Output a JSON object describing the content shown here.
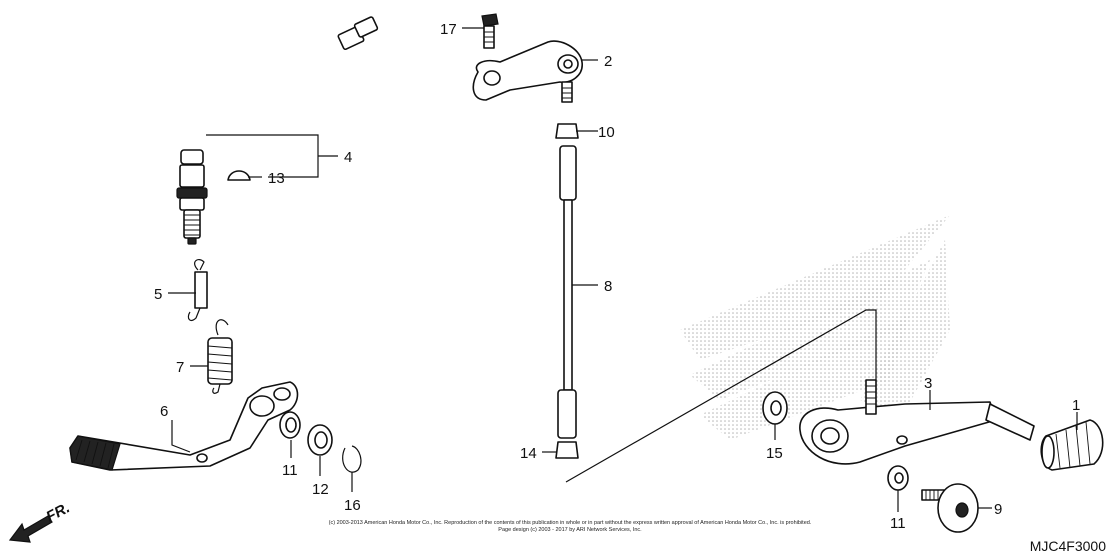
{
  "labels": {
    "l1": "1",
    "l2": "2",
    "l3": "3",
    "l4": "4",
    "l5": "5",
    "l6": "6",
    "l7": "7",
    "l8": "8",
    "l9": "9",
    "l10": "10",
    "l11a": "11",
    "l11b": "11",
    "l12": "12",
    "l13": "13",
    "l14": "14",
    "l15": "15",
    "l16": "16",
    "l17": "17"
  },
  "direction": "FR.",
  "diagram_code": "MJC4F3000",
  "copyright_line1": "(c) 2003-2013 American Honda Motor Co., Inc. Reproduction of the contents of this publication in whole or in part without the express written approval of American Honda Motor Co., Inc. is prohibited.",
  "copyright_line2": "Page design (c) 2003 - 2017 by ARI Network Services, Inc.",
  "colors": {
    "ink": "#111111",
    "watermark": "#bdbdbd"
  }
}
